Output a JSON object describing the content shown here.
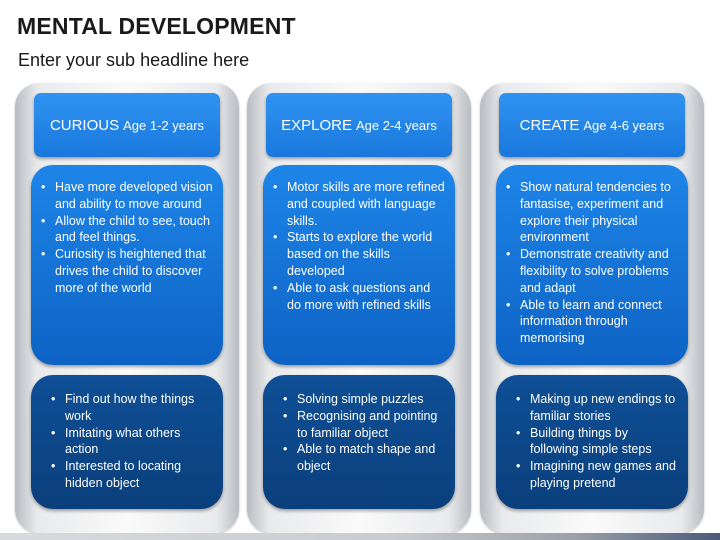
{
  "title": "MENTAL DEVELOPMENT",
  "subtitle": "Enter your sub headline here",
  "columns": [
    {
      "heading": "CURIOUS",
      "age": "Age 1-2 years",
      "top_items": [
        "Have more developed vision and ability to move around",
        "Allow the child to see, touch and feel things.",
        "Curiosity is heightened that drives the child to discover more of the world"
      ],
      "bottom_items": [
        "Find out how the things work",
        "Imitating what others action",
        "Interested to locating hidden object"
      ]
    },
    {
      "heading": "EXPLORE",
      "age": "Age 2-4 years",
      "top_items": [
        "Motor skills are more refined and coupled with language skills.",
        "Starts to explore the world based on the skills developed",
        "Able to ask questions and do more with refined skills"
      ],
      "bottom_items": [
        "Solving simple puzzles",
        "Recognising and pointing to familiar object",
        "Able to match shape and object"
      ]
    },
    {
      "heading": "CREATE",
      "age": "Age 4-6 years",
      "top_items": [
        "Show natural tendencies to fantasise, experiment and explore their physical environment",
        "Demonstrate creativity and flexibility to solve problems and adapt",
        "Able to learn and connect information through memorising"
      ],
      "bottom_items": [
        "Making up new endings to familiar stories",
        "Building things by following simple steps",
        "Imagining new games and playing pretend"
      ]
    }
  ],
  "colors": {
    "header_blue": "#1a78dd",
    "mid_blue": "#1474d8",
    "dark_blue": "#0d4789",
    "text_dark": "#1a1a1a"
  }
}
